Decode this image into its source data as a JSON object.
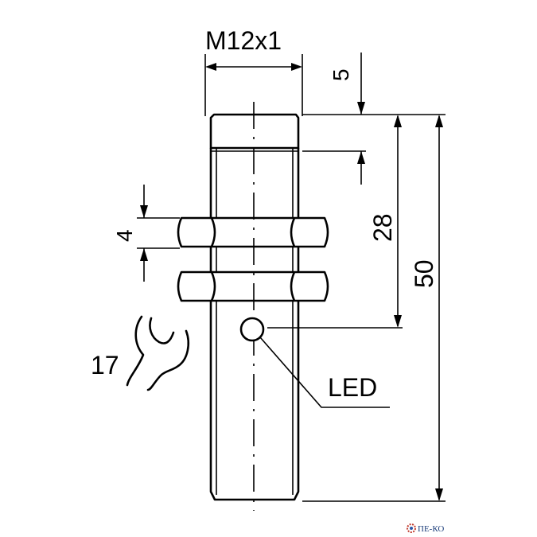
{
  "drawing": {
    "thread_label": "M12x1",
    "dim_top": "5",
    "dim_28": "28",
    "dim_50": "50",
    "dim_nut": "4",
    "wrench_size": "17",
    "led_label": "LED"
  },
  "watermark": {
    "text": "ПЕ-КО"
  },
  "colors": {
    "line": "#000000",
    "background": "#ffffff",
    "watermark": "#1c3d7a"
  }
}
